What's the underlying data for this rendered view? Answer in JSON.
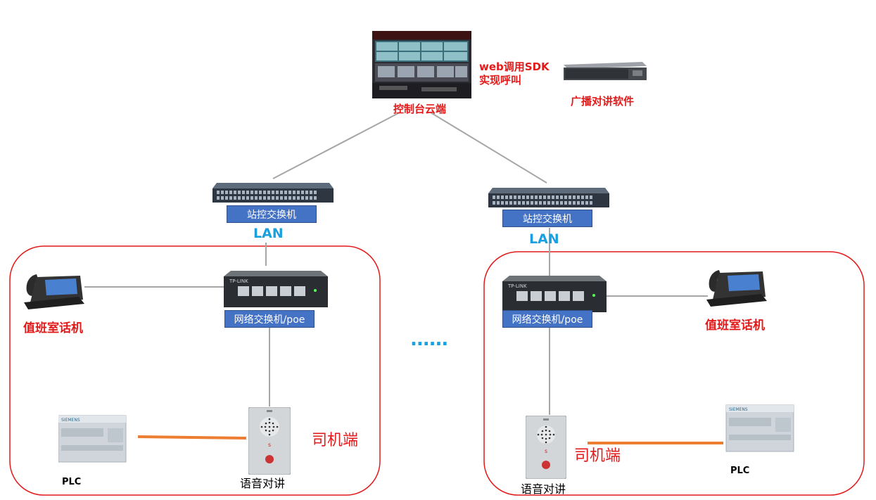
{
  "control_center": {
    "label": "控制台云端",
    "sdk_line1": "web调用SDK",
    "sdk_line2": "实现呼叫",
    "software_label": "广播对讲软件"
  },
  "left_group": {
    "station_switch_label": "站控交换机",
    "lan_label": "LAN",
    "poe_switch_label": "网络交换机/poe",
    "phone_label": "值班室话机",
    "plc_label": "PLC",
    "intercom_label": "语音对讲",
    "driver_label": "司机端"
  },
  "right_group": {
    "station_switch_label": "站控交换机",
    "lan_label": "LAN",
    "poe_switch_label": "网络交换机/poe",
    "phone_label": "值班室话机",
    "plc_label": "PLC",
    "intercom_label": "语音对讲",
    "driver_label": "司机端"
  },
  "ellipsis": "......",
  "colors": {
    "label_fill": "#4472c4",
    "emphasis_red": "#e31a1a",
    "lan_blue": "#1aa0e0",
    "serial_orange": "#ed7d31",
    "link_gray": "#a6a6a6",
    "border_red": "#e31a1a"
  }
}
